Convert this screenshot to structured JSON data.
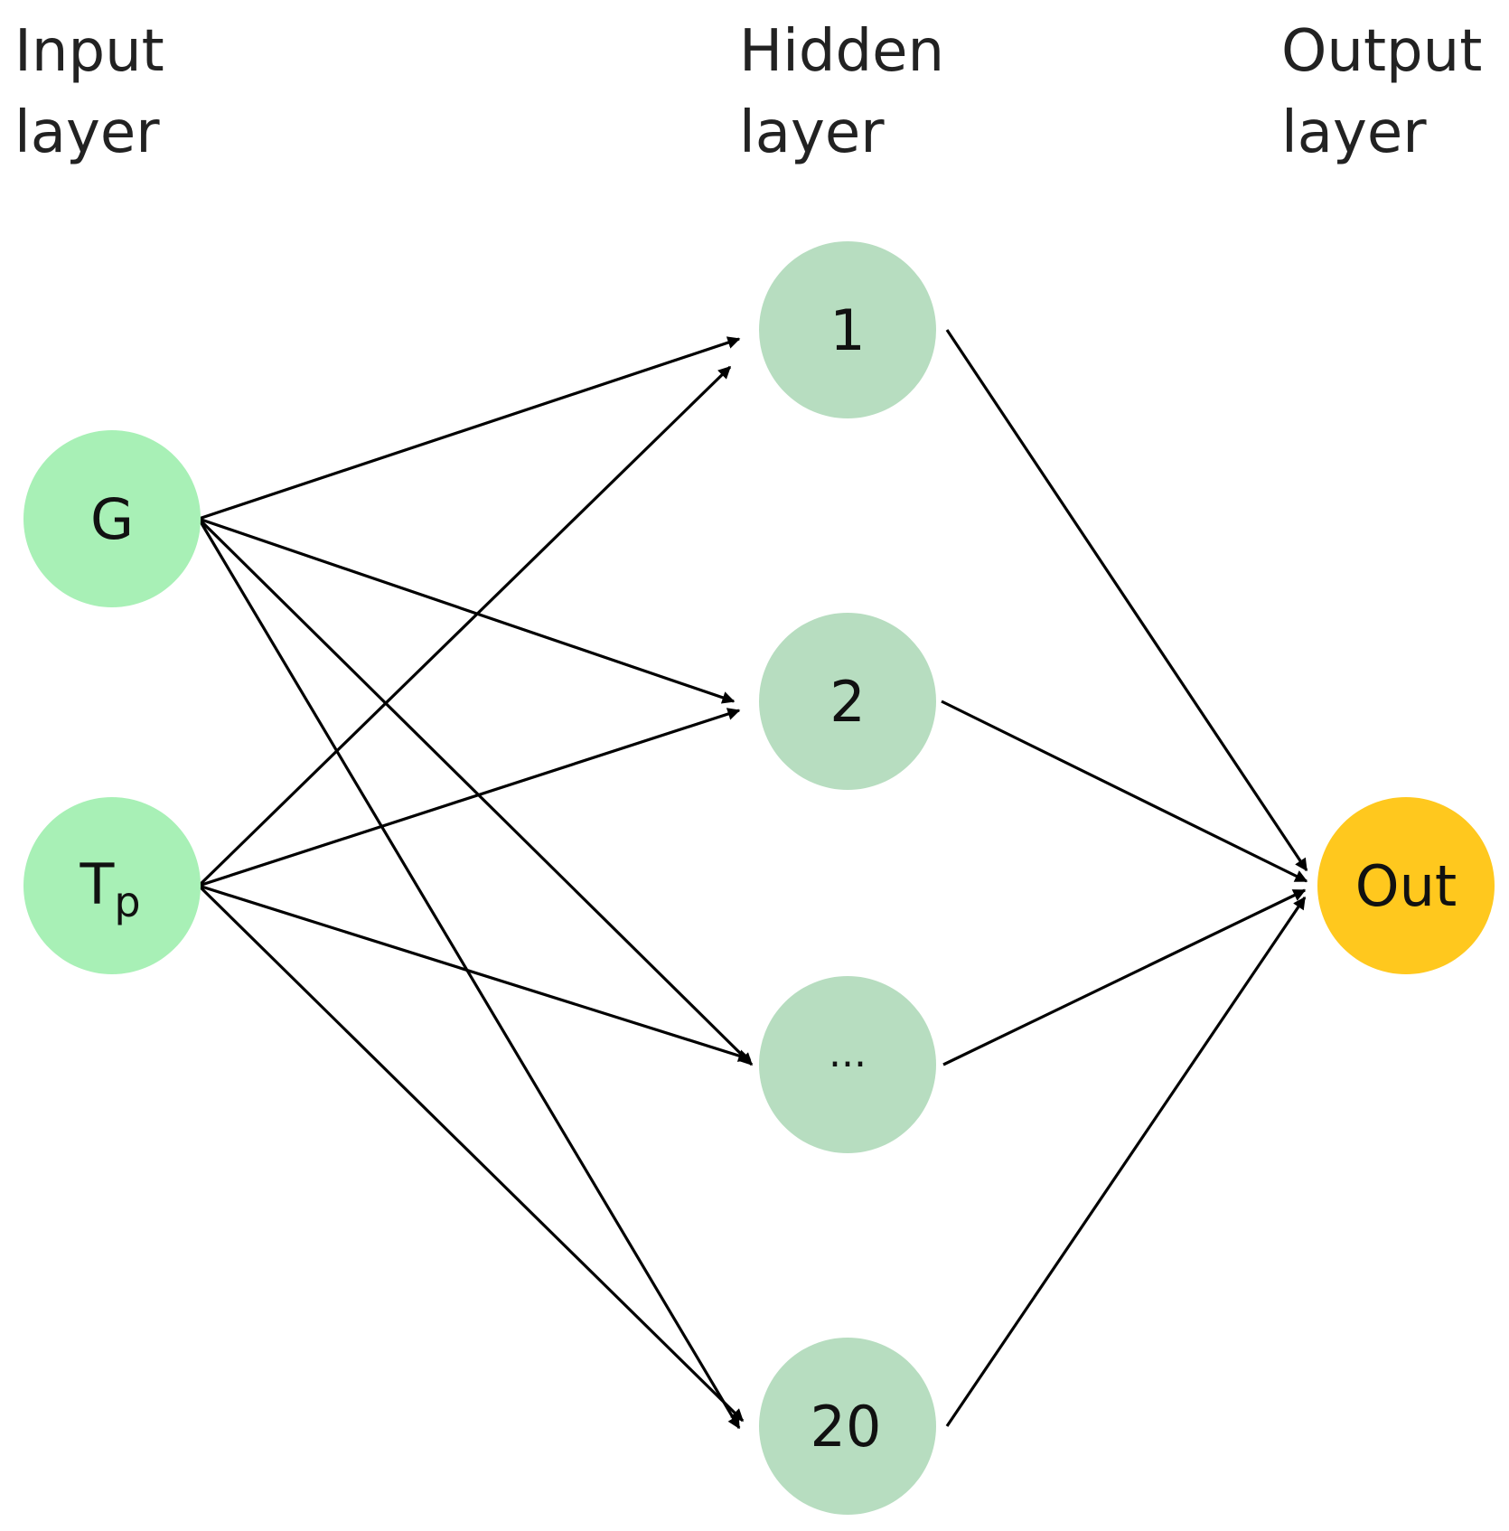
{
  "layers": {
    "input": {
      "line1": "Input",
      "line2": "layer"
    },
    "hidden": {
      "line1": "Hidden",
      "line2": "layer"
    },
    "output": {
      "line1": "Output",
      "line2": "layer"
    }
  },
  "nodes": {
    "g": {
      "label": "G"
    },
    "tp": {
      "label": "T",
      "sub": "p"
    },
    "h1": {
      "label": "1"
    },
    "h2": {
      "label": "2"
    },
    "h3": {
      "label": "..."
    },
    "h20": {
      "label": "20"
    },
    "out": {
      "label": "Out"
    }
  },
  "colors": {
    "input_node": "#a8f0b6",
    "hidden_node": "#b7ddc0",
    "output_node": "#ffc81e",
    "edge": "#000000"
  }
}
